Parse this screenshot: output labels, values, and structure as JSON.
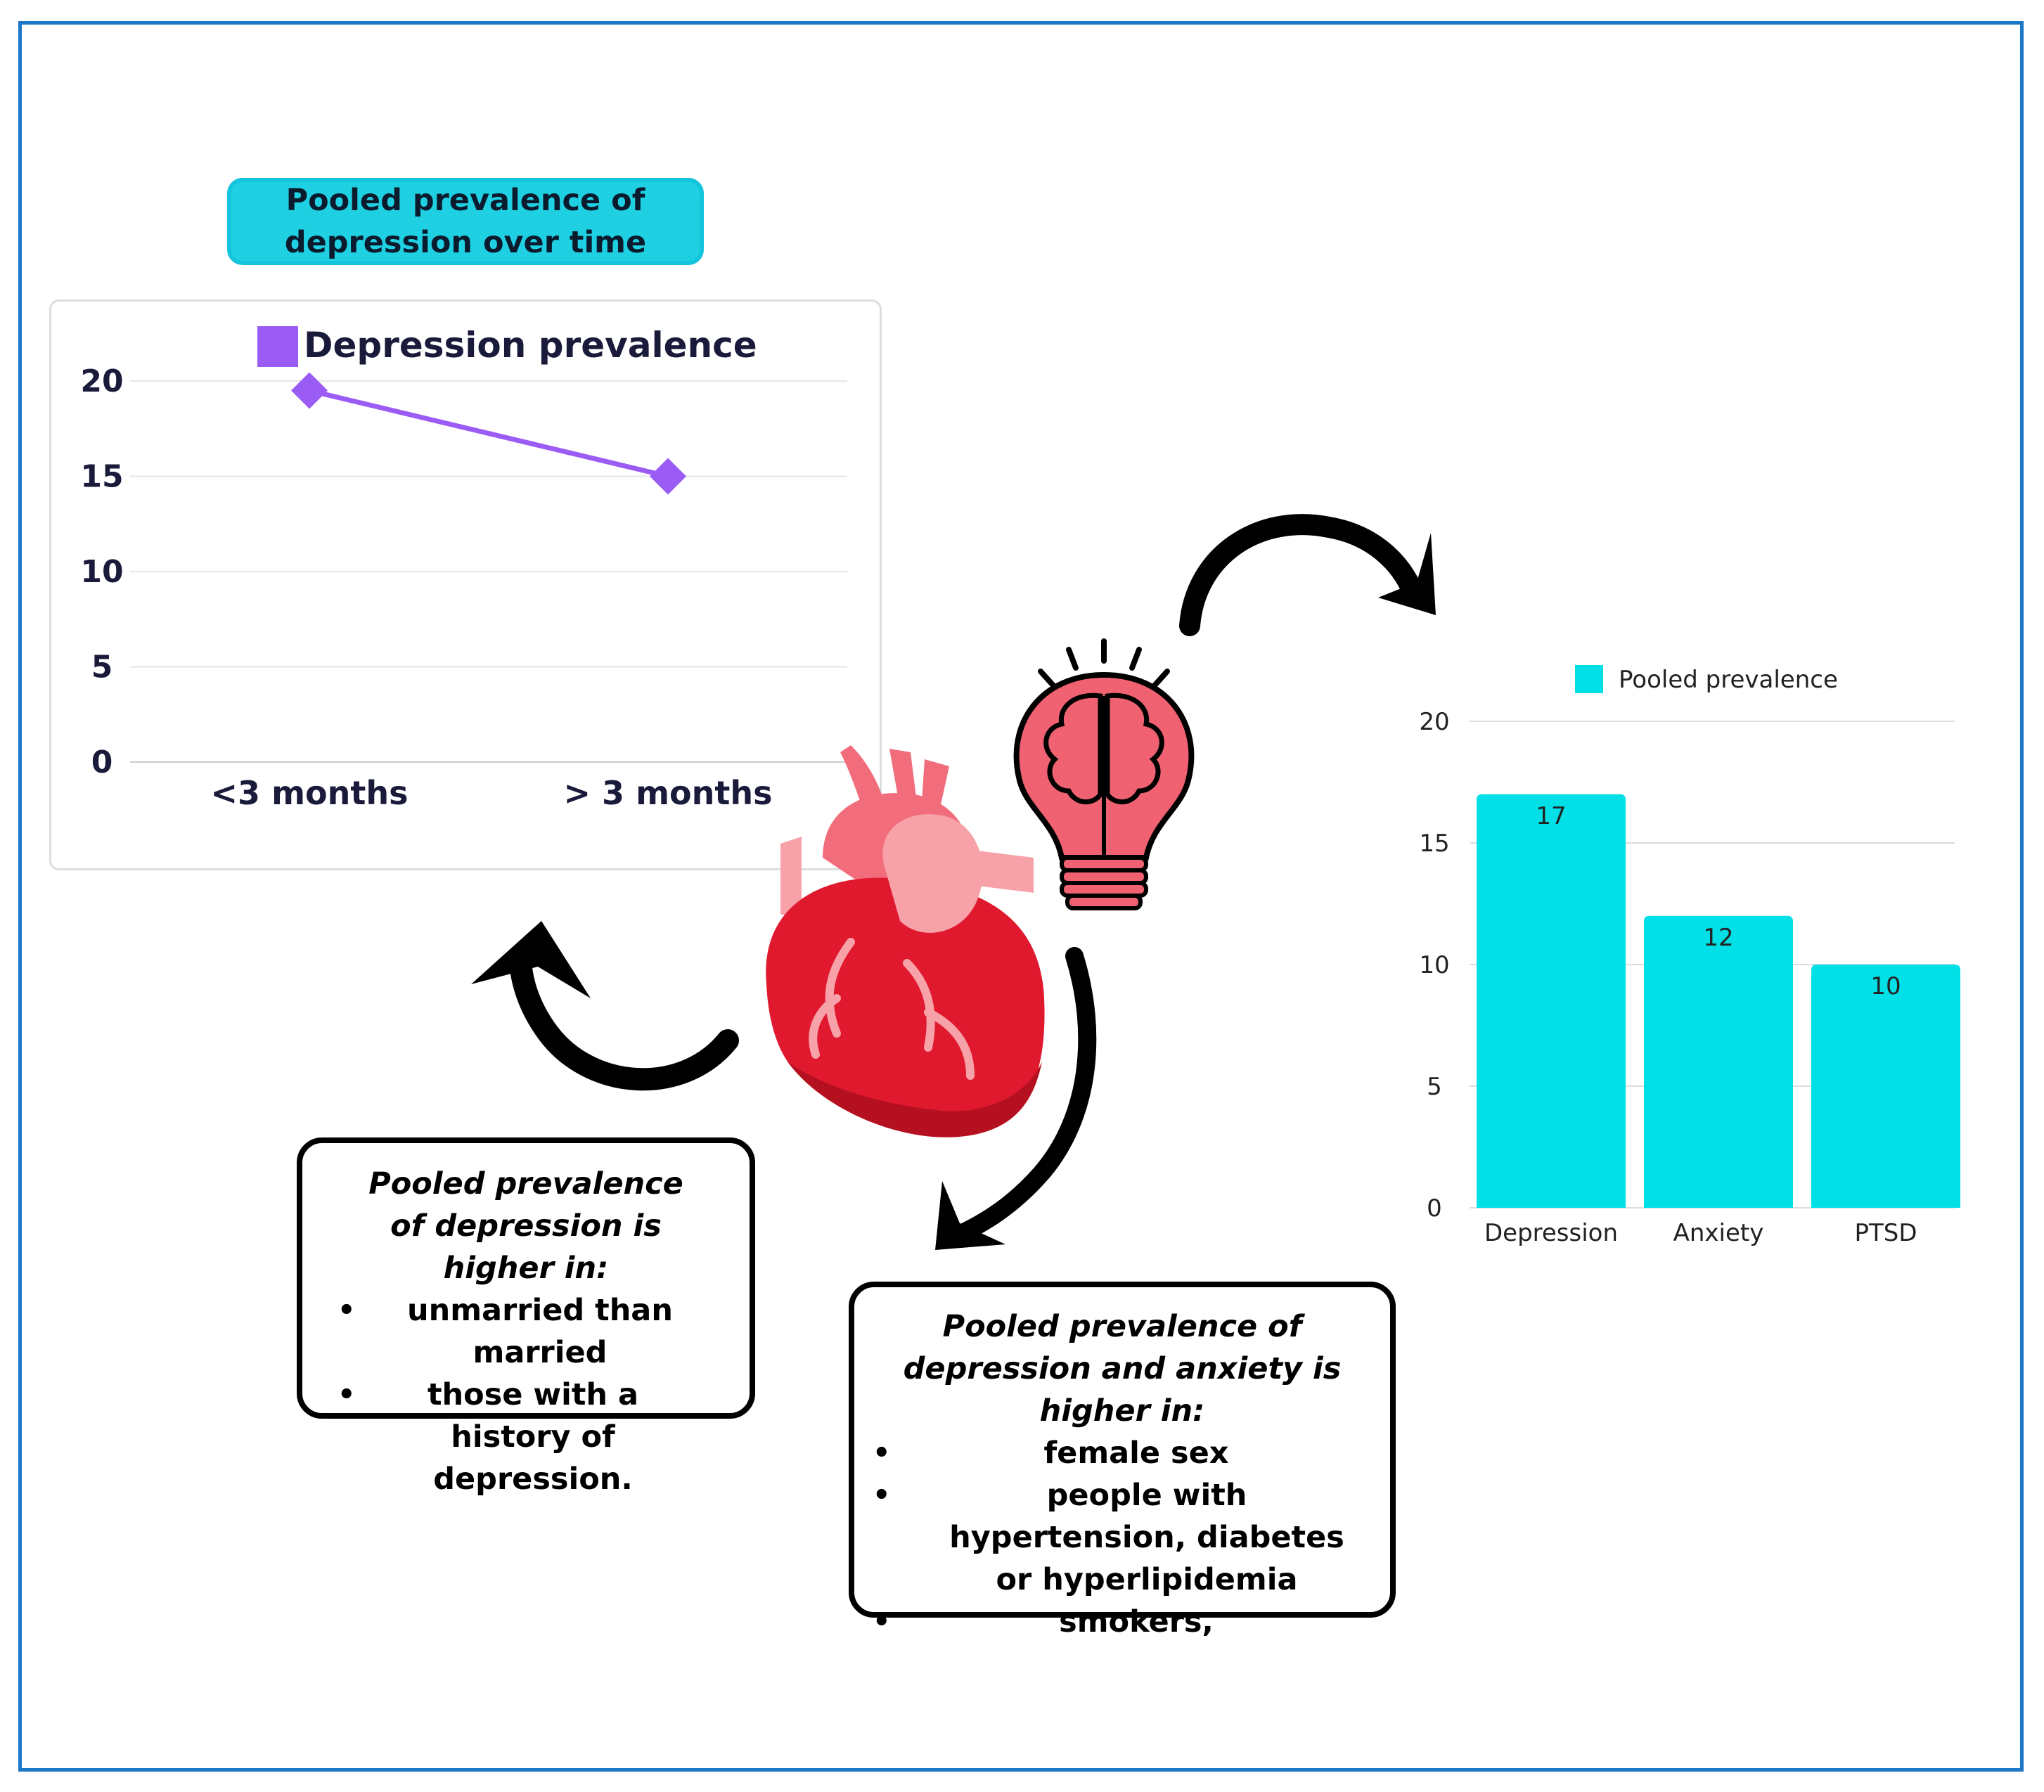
{
  "line_chart": {
    "title": "Pooled prevalence of\ndepression over time",
    "legend": "Depression prevalence",
    "y_ticks": [
      "20",
      "15",
      "10",
      "5",
      "0"
    ],
    "x_labels": [
      "<3 months",
      "> 3 months"
    ]
  },
  "bar_chart": {
    "legend": "Pooled prevalence",
    "y_ticks": [
      "20",
      "15",
      "10",
      "5",
      "0"
    ],
    "categories": [
      "Depression",
      "Anxiety",
      "PTSD"
    ],
    "value_labels": [
      "17",
      "12",
      "10"
    ]
  },
  "box_left": {
    "heading": "Pooled prevalence of depression is higher in:",
    "items": [
      "unmarried than married",
      "those with a history of depression."
    ]
  },
  "box_right": {
    "heading": "Pooled prevalence of depression and anxiety is higher in:",
    "items": [
      "female sex",
      "people with hypertension, diabetes or hyperlipidemia",
      "smokers,"
    ]
  },
  "colors": {
    "frame": "#1f77c8",
    "line_series": "#9b5cf6",
    "bars": "#00e0e6",
    "title_pill": "#1fd0e2",
    "heart": "#e0192f",
    "bulb": "#f06272"
  },
  "chart_data": [
    {
      "type": "line",
      "title": "Pooled prevalence of depression over time",
      "categories": [
        "<3 months",
        "> 3 months"
      ],
      "series": [
        {
          "name": "Depression prevalence",
          "values": [
            19.5,
            15
          ]
        }
      ],
      "ylim": [
        0,
        20
      ],
      "y_ticks": [
        0,
        5,
        10,
        15,
        20
      ],
      "grid": true,
      "legend": "top"
    },
    {
      "type": "bar",
      "categories": [
        "Depression",
        "Anxiety",
        "PTSD"
      ],
      "series": [
        {
          "name": "Pooled prevalence",
          "values": [
            17,
            12,
            10
          ]
        }
      ],
      "data_labels": [
        "17",
        "12",
        "10"
      ],
      "ylim": [
        0,
        20
      ],
      "y_ticks": [
        0,
        5,
        10,
        15,
        20
      ],
      "grid": true,
      "legend": "top"
    }
  ]
}
